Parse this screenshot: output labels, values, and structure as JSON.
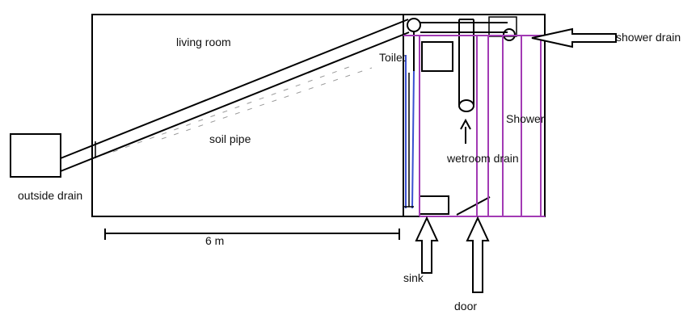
{
  "labels": {
    "living_room": "living room",
    "soil_pipe": "soil pipe",
    "outside_drain": "outside drain",
    "toilet": "Toilet",
    "shower": "Shower",
    "wetroom_drain": "wetroom drain",
    "shower_drain": "shower drain",
    "sink": "sink",
    "door": "door",
    "scale": "6 m"
  },
  "colors": {
    "outline": "#000000",
    "pipe_blue": "#3a4fd0",
    "wall_purple": "#a23ab4"
  }
}
